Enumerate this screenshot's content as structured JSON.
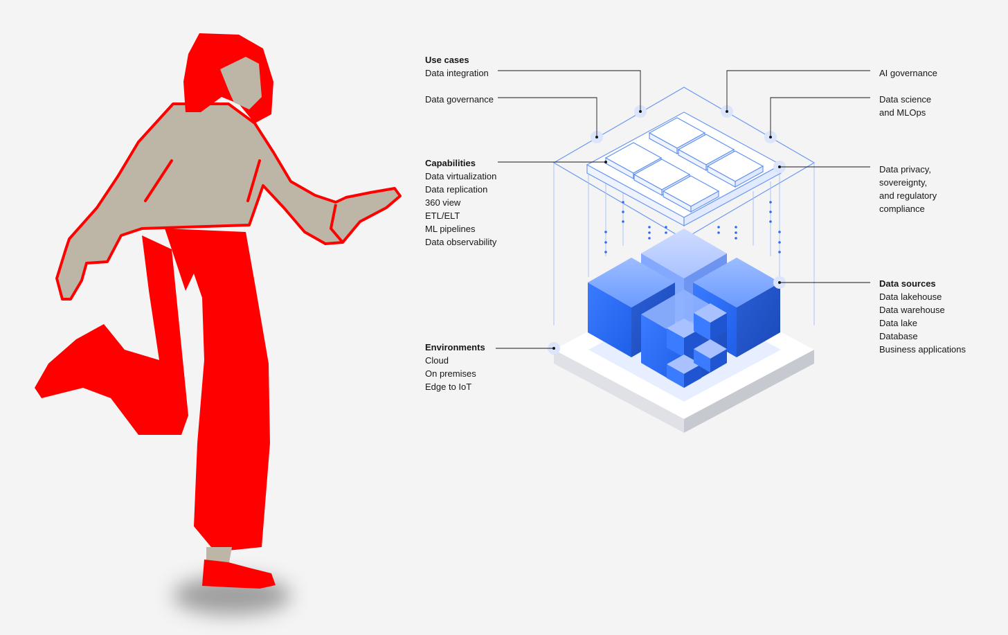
{
  "labels": {
    "use_cases": {
      "heading": "Use cases",
      "integration": "Data integration",
      "governance": "Data governance"
    },
    "capabilities": {
      "heading": "Capabilities",
      "items": [
        "Data virtualization",
        "Data replication",
        "360 view",
        "ETL/ELT",
        "ML pipelines",
        "Data observability"
      ]
    },
    "environments": {
      "heading": "Environments",
      "items": [
        "Cloud",
        "On premises",
        "Edge to IoT"
      ]
    },
    "ai_governance": "AI governance",
    "data_science": [
      "Data science",
      "and MLOps"
    ],
    "data_privacy": [
      "Data privacy,",
      "sovereignty,",
      "and regulatory",
      "compliance"
    ],
    "data_sources": {
      "heading": "Data sources",
      "items": [
        "Data lakehouse",
        "Data warehouse",
        "Data lake",
        "Database",
        "Business applications"
      ]
    }
  },
  "colors": {
    "background": "#f4f4f4",
    "figure_red": "#ff0000",
    "figure_beige": "#bdb5a6",
    "cube_blue": "#2f6cf0",
    "line_blue": "#5a8ef0",
    "connector": "#161616"
  }
}
